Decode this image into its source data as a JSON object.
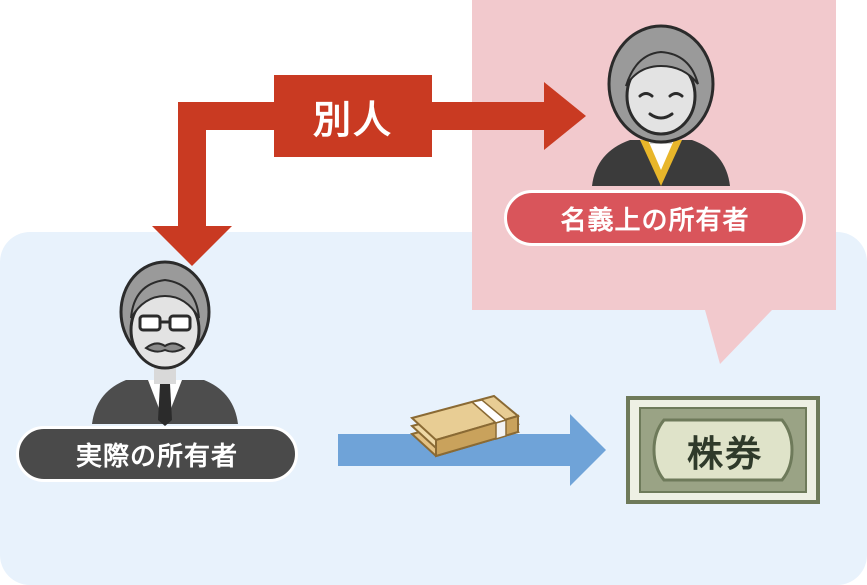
{
  "labels": {
    "separate_person": "別人",
    "nominal_owner": "名義上の所有者",
    "actual_owner": "実際の所有者",
    "share_certificate": "株券"
  },
  "colors": {
    "light_blue_panel": "#e8f2fc",
    "pink_panel": "#f2c9cd",
    "red_arrow": "#c93a22",
    "blue_arrow": "#6fa3d8",
    "nominal_pill": "#d9555b",
    "actual_pill": "#4a4a4a",
    "certificate_border": "#6e7a5a",
    "certificate_fill": "#9aa385"
  },
  "icons": {
    "nominal_owner": "elderly-woman-icon",
    "actual_owner": "elderly-man-glasses-icon",
    "money": "money-bundle-icon",
    "certificate": "share-certificate-icon"
  }
}
